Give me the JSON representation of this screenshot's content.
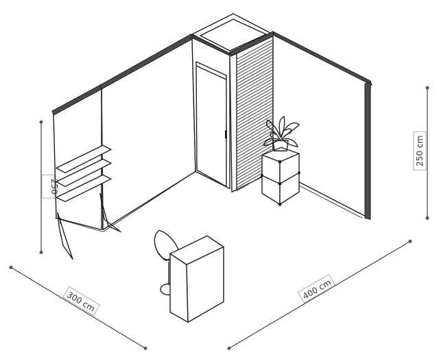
{
  "dimensions": {
    "width_label": "300 cm",
    "depth_label": "400 cm",
    "height_right_label": "250 cm",
    "height_left_label": "250"
  },
  "colors": {
    "line": "#1e1e1e",
    "dimension_line": "#444444",
    "background": "#ffffff"
  }
}
